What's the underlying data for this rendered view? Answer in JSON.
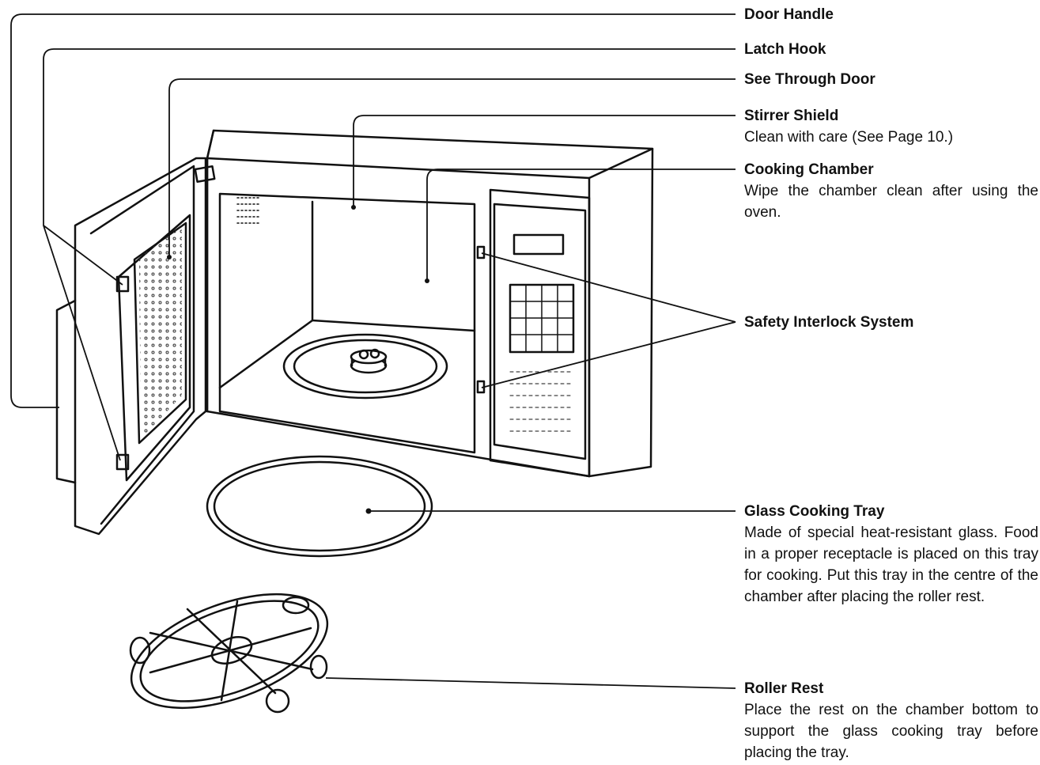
{
  "labels": {
    "door_handle": {
      "title": "Door Handle"
    },
    "latch_hook": {
      "title": "Latch Hook"
    },
    "see_through_door": {
      "title": "See Through Door"
    },
    "stirrer_shield": {
      "title": "Stirrer Shield",
      "desc": "Clean with care (See Page 10.)"
    },
    "cooking_chamber": {
      "title": "Cooking Chamber",
      "desc": "Wipe the chamber clean after using the oven."
    },
    "safety_interlock": {
      "title": "Safety Interlock System"
    },
    "glass_tray": {
      "title": "Glass Cooking Tray",
      "desc": "Made of special heat-resistant glass. Food in a proper receptacle is placed on this tray for cooking. Put this tray in the centre of the chamber after placing the roller rest."
    },
    "roller_rest": {
      "title": "Roller Rest",
      "desc": "Place the rest on the chamber bottom to support the glass cooking tray before placing the tray."
    }
  }
}
